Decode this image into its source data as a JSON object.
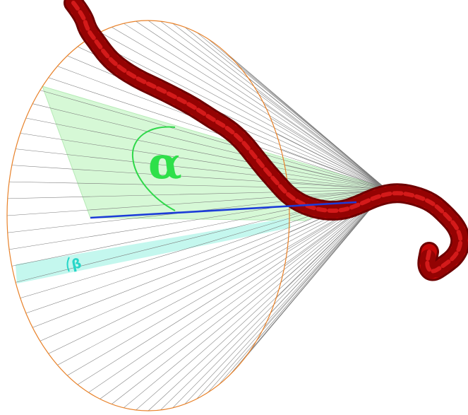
{
  "figure": {
    "labels": {
      "alpha": "α",
      "beta": "β"
    },
    "colors": {
      "background": "#ffffff",
      "cone_rim": "#e8822a",
      "cone_rays": "#7a7a7a",
      "alpha_sector_fill": "#d6f8d6",
      "alpha_sector_edge": "#b6eab6",
      "alpha_arc": "#2fd84a",
      "alpha_label": "#2ee04a",
      "beta_band_fill": "#c4f7ee",
      "beta_label": "#27d6c8",
      "axis_line": "#1c3cd8",
      "helix_body": "#c40808",
      "helix_shadow": "#6e0000",
      "helix_highlight": "#ff2a2a"
    },
    "elements": {
      "cone": "cone-of-rays",
      "axis": "axis-line",
      "helix": "red-helix-tube",
      "alpha_region": "alpha-angle-sector",
      "beta_region": "beta-angle-band"
    }
  }
}
